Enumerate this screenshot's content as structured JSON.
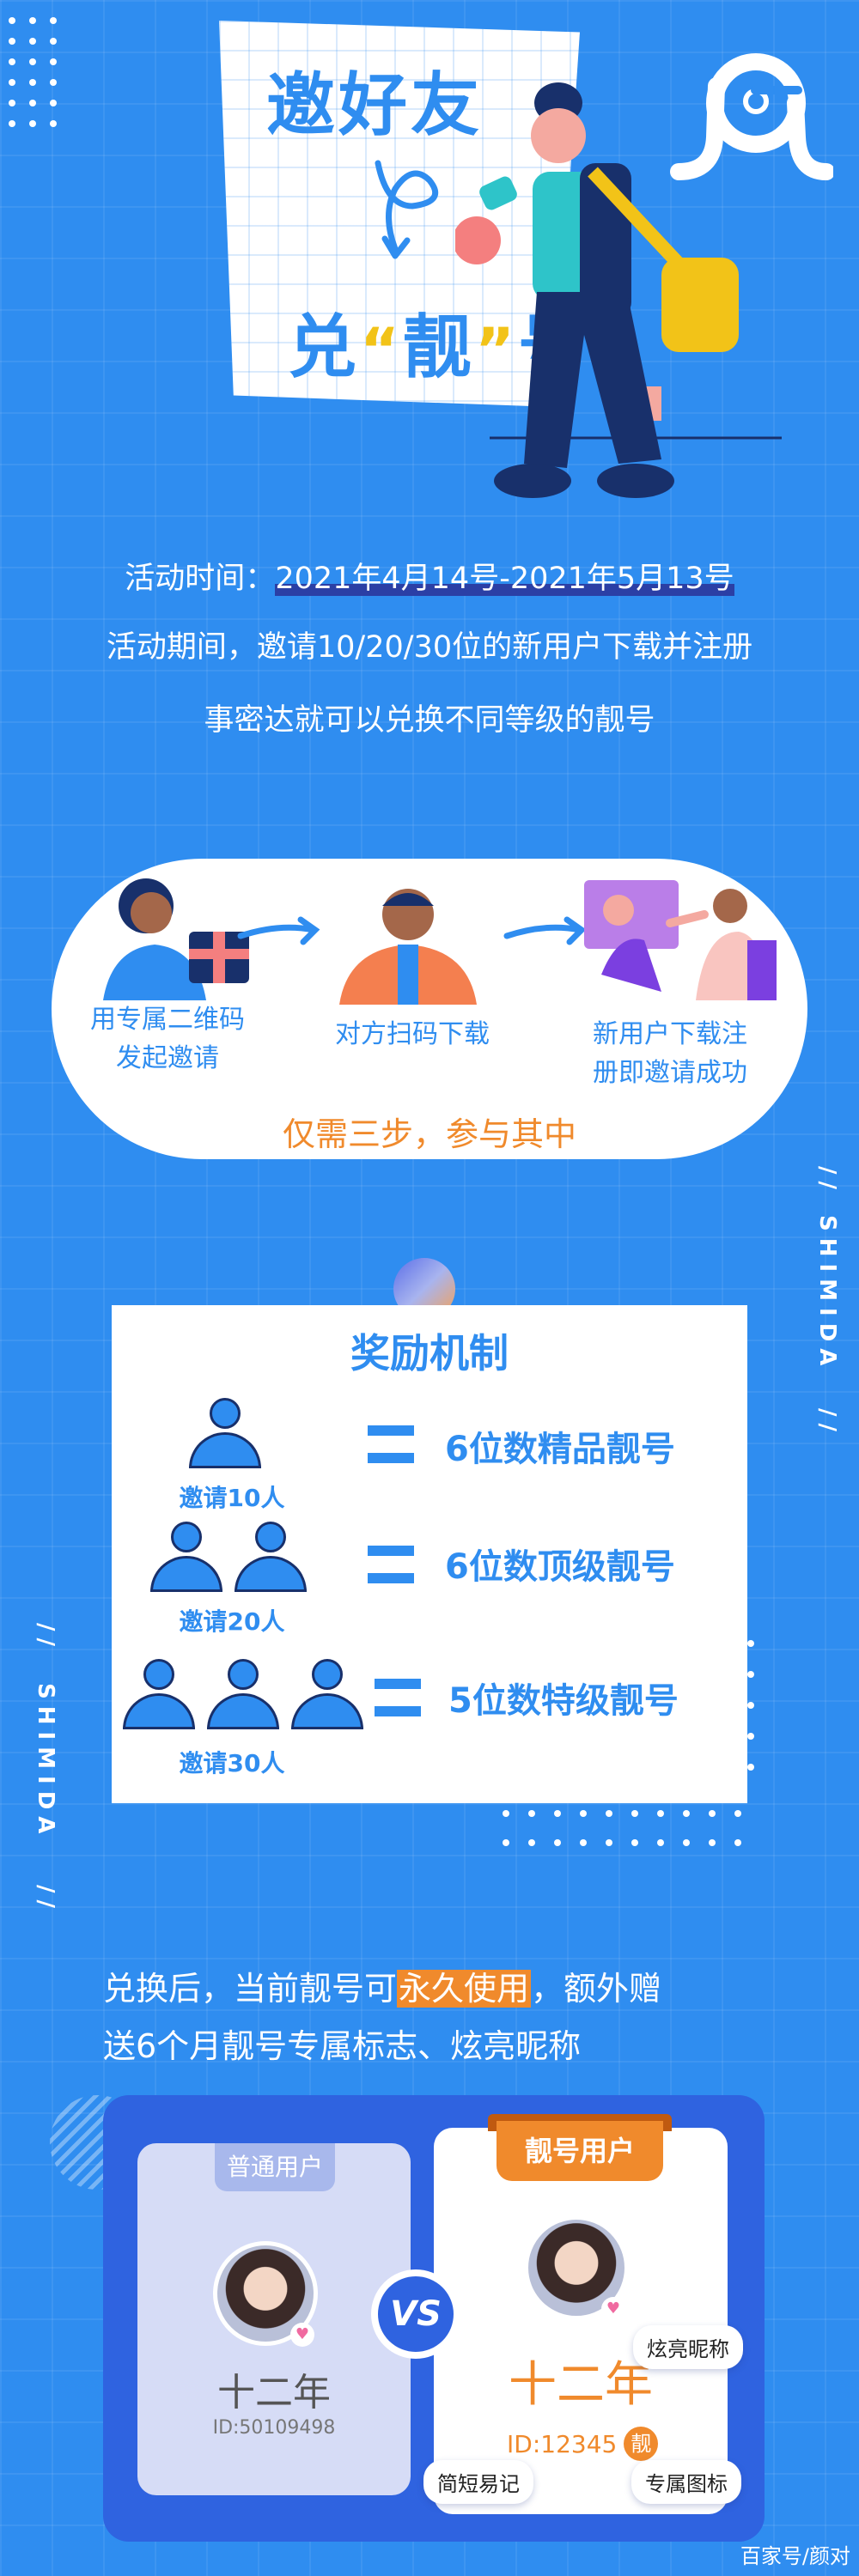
{
  "header": {
    "title_line1": "邀好友",
    "title_line2": "兑",
    "title_highlight": "靓",
    "title_line2_end": "号",
    "quote_open": "“",
    "quote_close": "”"
  },
  "intro": {
    "time_label": "活动时间：",
    "time_value": "2021年4月14号-2021年5月13号",
    "desc_line1": "活动期间，邀请10/20/30位的新用户下载并注册",
    "desc_line2": "事密达就可以兑换不同等级的靓号"
  },
  "steps": {
    "items": [
      {
        "line1": "用专属二维码",
        "line2": "发起邀请"
      },
      {
        "line1": "对方扫码下载",
        "line2": ""
      },
      {
        "line1": "新用户下载注",
        "line2": "册即邀请成功"
      }
    ],
    "tagline": "仅需三步，参与其中"
  },
  "rewards": {
    "title": "奖励机制",
    "tiers": [
      {
        "invite": "邀请10人",
        "reward": "6位数精品靓号",
        "people": 1
      },
      {
        "invite": "邀请20人",
        "reward": "6位数顶级靓号",
        "people": 2
      },
      {
        "invite": "邀请30人",
        "reward": "5位数特级靓号",
        "people": 3
      }
    ]
  },
  "side_text": {
    "brand": "SHIMIDA",
    "slashes": "//"
  },
  "benefit": {
    "line1_a": "兑换后，当前靓号可",
    "line1_highlight": "永久使用",
    "line1_b": "，额外赠",
    "line2": "送6个月靓号专属标志、炫亮昵称"
  },
  "compare": {
    "normal": {
      "label": "普通用户",
      "name": "十二年",
      "id": "ID:50109498"
    },
    "premium": {
      "label": "靓号用户",
      "name": "十二年",
      "id": "ID:12345",
      "badge": "靓"
    },
    "vs": "VS",
    "tags": {
      "nickname": "炫亮昵称",
      "easy": "简短易记",
      "icon": "专属图标"
    }
  },
  "footer": {
    "watermark": "百家号/颜对"
  },
  "colors": {
    "background": "#2f8df0",
    "primary": "#2f8df0",
    "navy": "#18306b",
    "orange": "#f08a2c",
    "highlight": "#f2c318"
  }
}
